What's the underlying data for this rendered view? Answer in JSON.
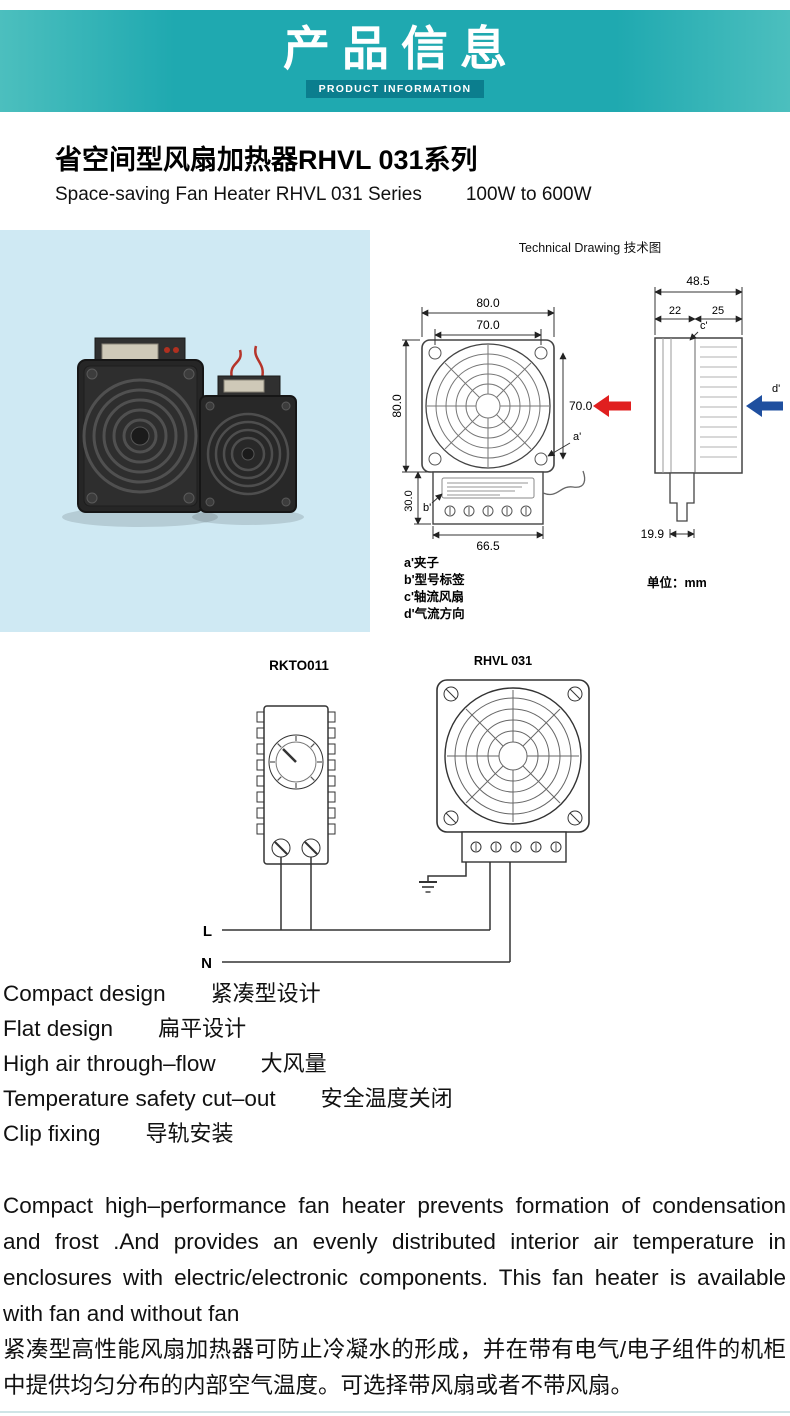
{
  "banner": {
    "title": "产品信息",
    "subtitle": "PRODUCT INFORMATION"
  },
  "header": {
    "title_zh": "省空间型风扇加热器RHVL 031系列",
    "title_en": "Space-saving Fan Heater RHVL 031 Series",
    "power_range": "100W to 600W"
  },
  "technical": {
    "title": "Technical Drawing 技术图",
    "front": {
      "width_outer": "80.0",
      "width_inner": "70.0",
      "height_outer": "80.0",
      "height_inner": "70.0",
      "base_height": "30.0",
      "base_width": "66.5",
      "label_a": "a'",
      "label_b": "b'"
    },
    "side": {
      "depth_total": "48.5",
      "depth_fan": "22",
      "depth_body": "25",
      "clip_width": "19.9",
      "label_c": "c'",
      "label_d": "d'"
    },
    "legend": {
      "a": "a'夹子",
      "b": "b'型号标签",
      "c": "c'轴流风扇",
      "d": "d'气流方向"
    },
    "unit": "单位：mm"
  },
  "wiring": {
    "thermostat": "RKTO011",
    "heater": "RHVL 031",
    "line": "L",
    "neutral": "N"
  },
  "features": [
    {
      "en": "Compact design",
      "zh": "紧凑型设计"
    },
    {
      "en": "Flat design",
      "zh": "扁平设计"
    },
    {
      "en": "High air through–flow",
      "zh": "大风量"
    },
    {
      "en": "Temperature safety cut–out",
      "zh": "安全温度关闭"
    },
    {
      "en": "Clip fixing",
      "zh": "导轨安装"
    }
  ],
  "description": {
    "en": "Compact high–performance fan heater prevents formation of condensation and frost .And provides an evenly distributed interior air temperature in enclosures with electric/electronic components. This fan heater is available with fan and without fan",
    "zh": "紧凑型高性能风扇加热器可防止冷凝水的形成，并在带有电气/电子组件的机柜中提供均匀分布的内部空气温度。可选择带风扇或者不带风扇。"
  },
  "colors": {
    "banner_teal": "#1fa9b0",
    "banner_dark": "#0b7e8e",
    "photo_bg": "#cfe9f3",
    "arrow_red": "#e01f1f",
    "arrow_blue": "#1f4f9f"
  }
}
